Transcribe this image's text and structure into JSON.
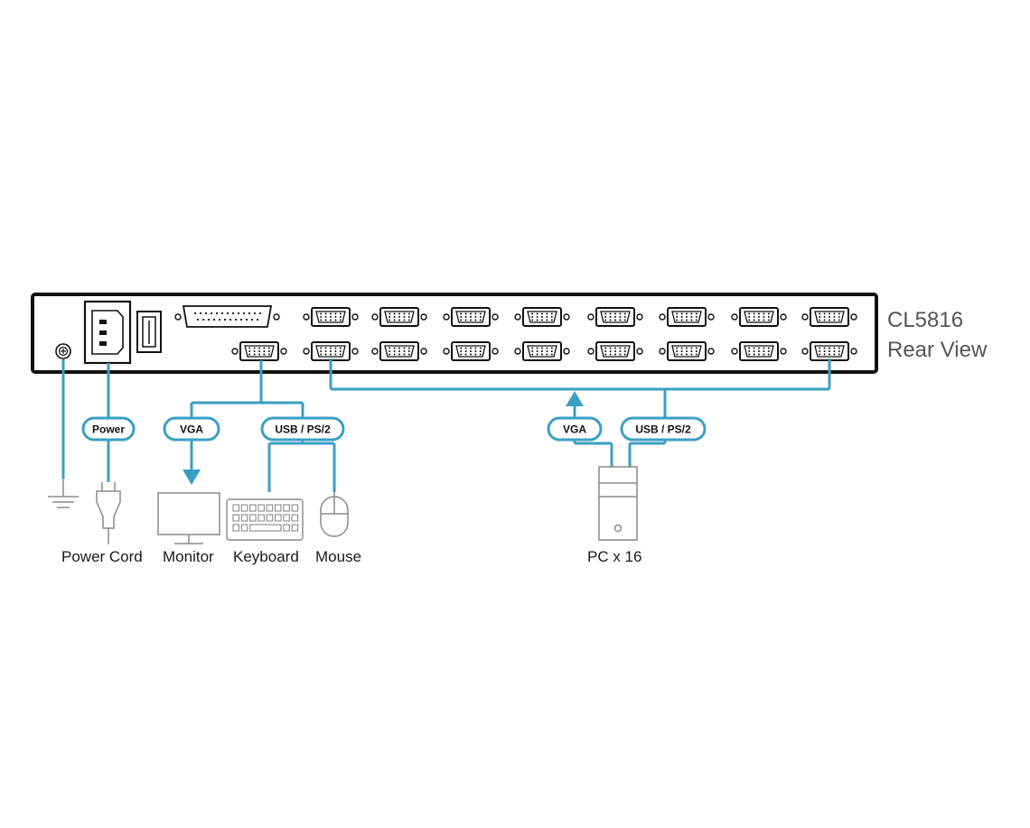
{
  "model": {
    "name": "CL5816",
    "view": "Rear View"
  },
  "labels": {
    "power": "Power",
    "vga_console": "VGA",
    "usb_console": "USB / PS/2",
    "vga_pc": "VGA",
    "usb_pc": "USB / PS/2"
  },
  "captions": {
    "power_cord": "Power Cord",
    "monitor": "Monitor",
    "keyboard": "Keyboard",
    "mouse": "Mouse",
    "pc": "PC x 16"
  },
  "colors": {
    "cable": "#3a9fc4",
    "outline": "#111111",
    "device_gray": "#8a8a8a",
    "pill_fill": "#ffffff"
  }
}
